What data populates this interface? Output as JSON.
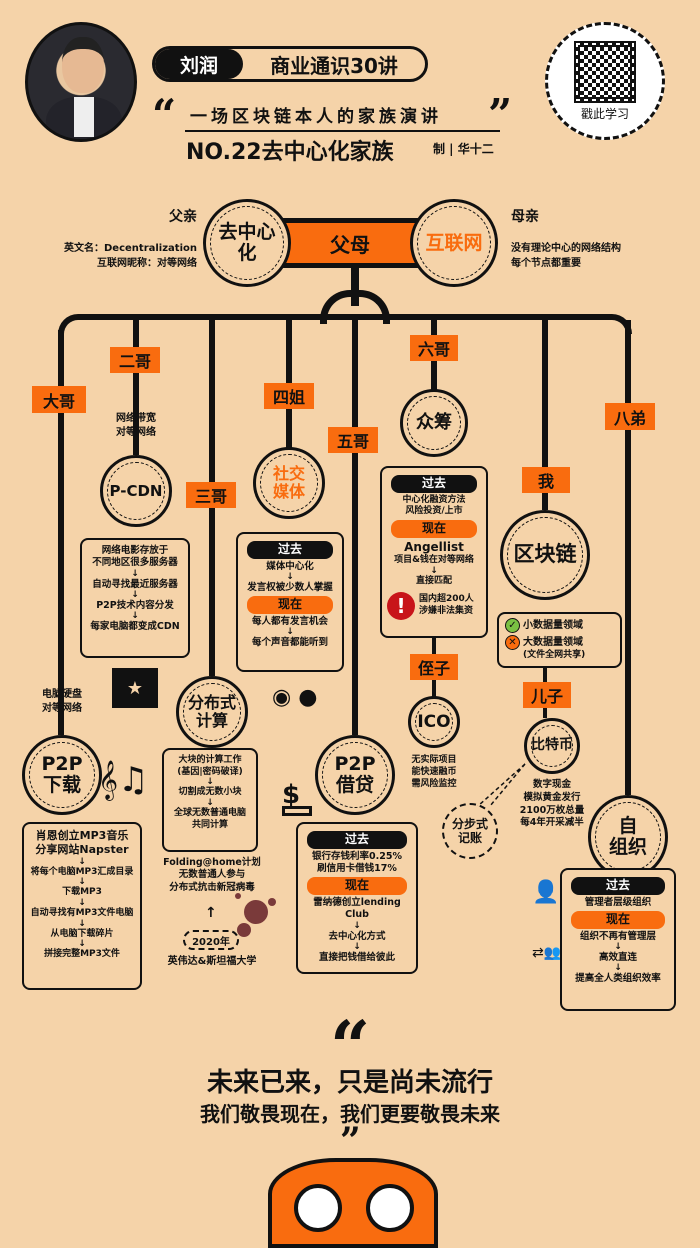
{
  "header": {
    "author": "刘润",
    "series": "商业通识30讲",
    "subtitle": "一场区块链本人的家族演讲",
    "episode": "NO.22去中心化家族",
    "credit": "制 | 华十二",
    "qr_caption": "戳此学习"
  },
  "parents": {
    "center": "父母",
    "father": "去中心\n化",
    "mother": "互联网",
    "father_label": "父亲",
    "father_en": "英文名：Decentralization",
    "father_nick": "互联网昵称：对等网络",
    "mother_label": "母亲",
    "mother_desc1": "没有理论中心的网络结构",
    "mother_desc2": "每个节点都重要"
  },
  "members": {
    "m1": {
      "tag": "大哥",
      "name": "P2P\n下载",
      "note": "电脑硬盘\n对等网络",
      "steps": [
        "肖恩创立MP3音乐\n分享网站Napster",
        "将每个电脑MP3汇成目录",
        "下载MP3",
        "自动寻找有MP3文件电脑",
        "从电脑下载碎片",
        "拼接完整MP3文件"
      ]
    },
    "m2": {
      "tag": "二哥",
      "name": "P-CDN",
      "note": "网络带宽\n对等网络",
      "steps": [
        "网络电影存放于\n不同地区很多服务器",
        "自动寻找最近服务器",
        "P2P技术内容分发",
        "每家电脑都变成CDN"
      ]
    },
    "m3": {
      "tag": "三哥",
      "name": "分布式\n计算",
      "steps": [
        "大块的计算工作\n(基因|密码破译)",
        "切割成无数小块",
        "全球无数普通电脑\n共同计算"
      ],
      "folding": "Folding@home计划\n无数普通人参与\n分布式抗击新冠病毒",
      "year": "2020年",
      "org": "英伟达&斯坦福大学"
    },
    "m4": {
      "tag": "四姐",
      "name": "社交\n媒体",
      "past_label": "过去",
      "past": [
        "媒体中心化",
        "发言权被少数人掌握"
      ],
      "now_label": "现在",
      "now": [
        "每人都有发言机会",
        "每个声音都能听到"
      ]
    },
    "m5": {
      "tag": "五哥",
      "name": "P2P\n借贷",
      "past_label": "过去",
      "past": "银行存钱利率0.25%\n刷信用卡借钱17%",
      "now_label": "现在",
      "now": [
        "雷纳德创立lending Club",
        "去中心化方式",
        "直接把钱借给彼此"
      ]
    },
    "m6": {
      "tag": "六哥",
      "name": "众筹",
      "past_label": "过去",
      "past": "中心化融资方法\n风险投资/上市",
      "now_label": "现在",
      "now_title": "Angellist",
      "now": [
        "项目&钱在对等网络",
        "直接匹配"
      ],
      "warning": "国内超200人\n涉嫌非法集资",
      "child_tag": "侄子",
      "child": "ICO",
      "child_note": "无实际项目\n能快速融币\n需风险监控"
    },
    "me": {
      "tag": "我",
      "name": "区块链",
      "good": "小数据量领域",
      "bad": "大数据量领域",
      "bad_note": "(文件全网共享)",
      "child_tag": "儿子",
      "child": "比特币",
      "child_note": "数字现金\n模拟黄金发行\n2100万枚总量\n每4年开采减半",
      "ledger": "分步式\n记账"
    },
    "m8": {
      "tag": "八弟",
      "name": "自\n组织",
      "past_label": "过去",
      "past": "管理者层级组织",
      "now_label": "现在",
      "now": [
        "组织不再有管理层",
        "高效直连",
        "提高全人类组织效率"
      ]
    }
  },
  "footer": {
    "line1": "未来已来，只是尚未流行",
    "line2": "我们敬畏现在，我们更要敬畏未来"
  },
  "colors": {
    "bg": "#f5d3a9",
    "accent": "#f96c0f",
    "ink": "#111111"
  }
}
